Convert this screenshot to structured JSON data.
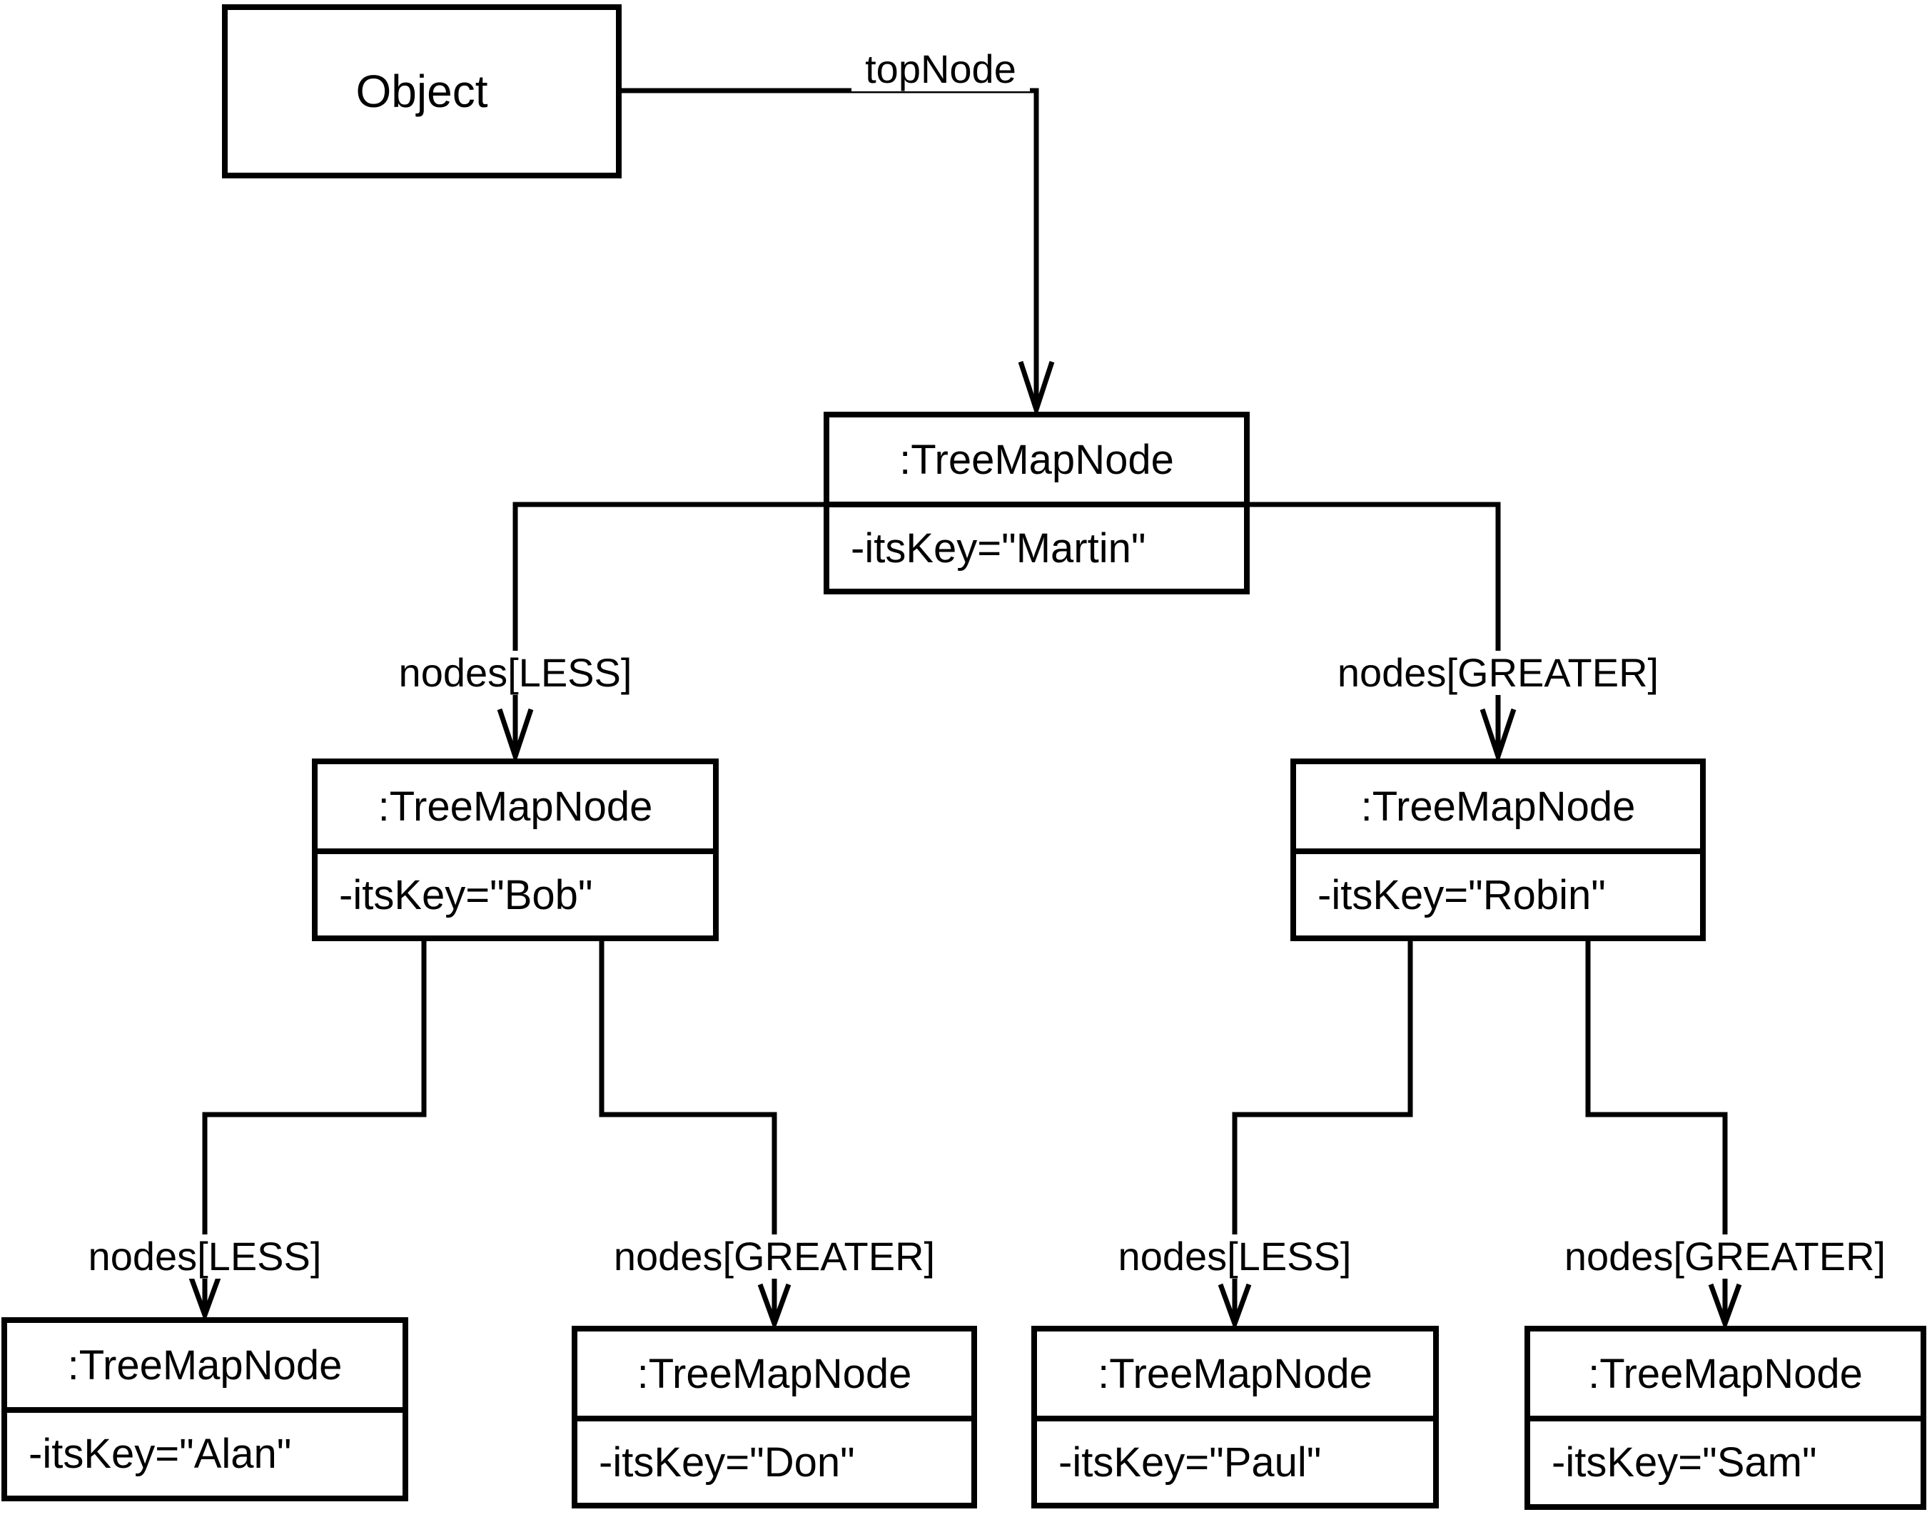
{
  "diagram_type": "UML object diagram of a TreeMap binary tree",
  "colors": {
    "stroke": "#000000",
    "background": "#ffffff",
    "text": "#000000"
  },
  "object_box": {
    "title": "Object"
  },
  "nodes": [
    {
      "name": "martin",
      "title": ":TreeMapNode",
      "attribute": "-itsKey=\"Martin\""
    },
    {
      "name": "bob",
      "title": ":TreeMapNode",
      "attribute": "-itsKey=\"Bob\""
    },
    {
      "name": "robin",
      "title": ":TreeMapNode",
      "attribute": "-itsKey=\"Robin\""
    },
    {
      "name": "alan",
      "title": ":TreeMapNode",
      "attribute": "-itsKey=\"Alan\""
    },
    {
      "name": "don",
      "title": ":TreeMapNode",
      "attribute": "-itsKey=\"Don\""
    },
    {
      "name": "paul",
      "title": ":TreeMapNode",
      "attribute": "-itsKey=\"Paul\""
    },
    {
      "name": "sam",
      "title": ":TreeMapNode",
      "attribute": "-itsKey=\"Sam\""
    }
  ],
  "edges": [
    {
      "from": "Object",
      "to": "martin",
      "label": "topNode"
    },
    {
      "from": "martin",
      "to": "bob",
      "label": "nodes[LESS]"
    },
    {
      "from": "martin",
      "to": "robin",
      "label": "nodes[GREATER]"
    },
    {
      "from": "bob",
      "to": "alan",
      "label": "nodes[LESS]"
    },
    {
      "from": "bob",
      "to": "don",
      "label": "nodes[GREATER]"
    },
    {
      "from": "robin",
      "to": "paul",
      "label": "nodes[LESS]"
    },
    {
      "from": "robin",
      "to": "sam",
      "label": "nodes[GREATER]"
    }
  ]
}
